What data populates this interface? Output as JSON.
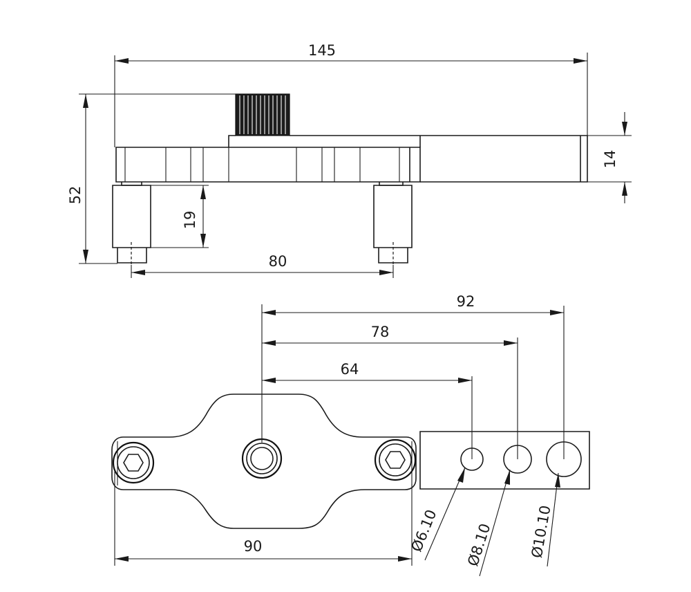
{
  "side_view": {
    "overall_length": "145",
    "overall_height": "52",
    "arm_thickness": "14",
    "leg_height": "19",
    "leg_spacing": "80"
  },
  "top_view": {
    "offset_large": "92",
    "offset_medium": "78",
    "offset_small": "64",
    "base_width": "90",
    "hole_small": "Ø6.10",
    "hole_medium": "Ø8.10",
    "hole_large": "Ø10.10"
  }
}
